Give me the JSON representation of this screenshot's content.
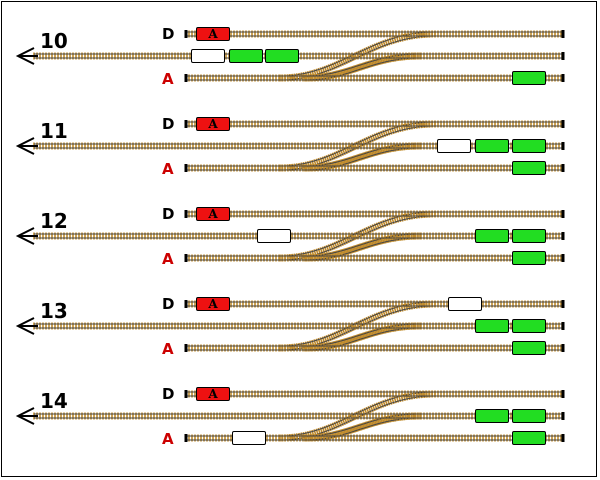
{
  "colors": {
    "loco": "#ee1111",
    "car": "#22dd22",
    "empty_car": "#ffffff",
    "rail": "#444444",
    "tie": "#c08a2a",
    "label_d": "#000000",
    "label_a": "#cc0000"
  },
  "track_labels": {
    "upper": "D",
    "lower": "A"
  },
  "steps": [
    {
      "number": "10",
      "upper": [
        {
          "slot": "loco",
          "label": "A",
          "color": "loco"
        }
      ],
      "middle": [
        {
          "slot": "mid_left",
          "label": "",
          "color": "empty_car"
        },
        {
          "slot": "mid_1",
          "label": "",
          "color": "car"
        },
        {
          "slot": "mid_2",
          "label": "",
          "color": "car"
        }
      ],
      "lower": [
        {
          "slot": "right_1",
          "label": "",
          "color": "car"
        }
      ]
    },
    {
      "number": "11",
      "upper": [
        {
          "slot": "loco",
          "label": "A",
          "color": "loco"
        }
      ],
      "middle": [
        {
          "slot": "mid_right_3",
          "label": "",
          "color": "empty_car"
        },
        {
          "slot": "right_2",
          "label": "",
          "color": "car"
        },
        {
          "slot": "right_1",
          "label": "",
          "color": "car"
        }
      ],
      "lower": [
        {
          "slot": "right_1",
          "label": "",
          "color": "car"
        }
      ]
    },
    {
      "number": "12",
      "upper": [
        {
          "slot": "loco",
          "label": "A",
          "color": "loco"
        }
      ],
      "middle": [
        {
          "slot": "mid_center",
          "label": "",
          "color": "empty_car"
        },
        {
          "slot": "right_2",
          "label": "",
          "color": "car"
        },
        {
          "slot": "right_1",
          "label": "",
          "color": "car"
        }
      ],
      "lower": [
        {
          "slot": "right_1",
          "label": "",
          "color": "car"
        }
      ]
    },
    {
      "number": "13",
      "upper": [
        {
          "slot": "loco",
          "label": "A",
          "color": "loco"
        },
        {
          "slot": "upper_right",
          "label": "",
          "color": "empty_car"
        }
      ],
      "middle": [
        {
          "slot": "right_2",
          "label": "",
          "color": "car"
        },
        {
          "slot": "right_1",
          "label": "",
          "color": "car"
        }
      ],
      "lower": [
        {
          "slot": "right_1",
          "label": "",
          "color": "car"
        }
      ]
    },
    {
      "number": "14",
      "upper": [
        {
          "slot": "loco",
          "label": "A",
          "color": "loco"
        }
      ],
      "middle": [
        {
          "slot": "right_2",
          "label": "",
          "color": "car"
        },
        {
          "slot": "right_1",
          "label": "",
          "color": "car"
        }
      ],
      "lower": [
        {
          "slot": "lower_left",
          "label": "",
          "color": "empty_car"
        },
        {
          "slot": "right_1",
          "label": "",
          "color": "car"
        }
      ]
    }
  ]
}
